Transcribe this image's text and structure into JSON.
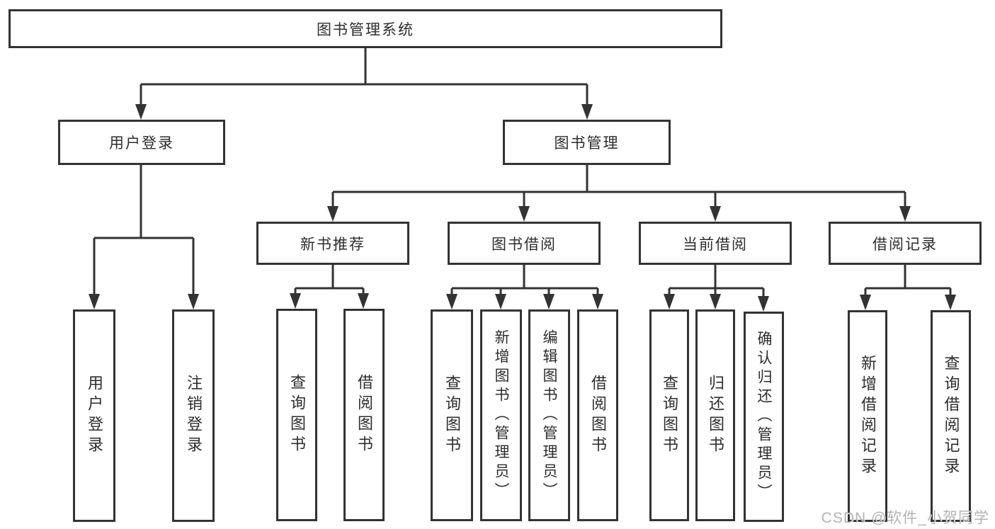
{
  "diagram_title": "图书管理系统",
  "nodes": {
    "root": "图书管理系统",
    "userLoginGroup": "用户登录",
    "bookManagement": "图书管理",
    "newBookRecommend": "新书推荐",
    "bookBorrowing": "图书借阅",
    "currentBorrowing": "当前借阅",
    "borrowingRecords": "借阅记录",
    "userLogin": "用户登录",
    "logoutLogin": "注销登录",
    "nbQueryBooks": "查询图书",
    "nbBorrowBooks": "借阅图书",
    "bbQueryBooks": "查询图书",
    "bbAddBooks": "新增图书（管理员）",
    "bbEditBooks": "编辑图书（管理员）",
    "bbBorrowBooks": "借阅图书",
    "cbQueryBooks": "查询图书",
    "cbReturnBooks": "归还图书",
    "cbConfirmReturn": "确认归还（管理员）",
    "brAddRecord": "新增借阅记录",
    "brQueryRecord": "查询借阅记录"
  },
  "hierarchy": {
    "图书管理系统": {
      "用户登录": [
        "用户登录",
        "注销登录"
      ],
      "图书管理": {
        "新书推荐": [
          "查询图书",
          "借阅图书"
        ],
        "图书借阅": [
          "查询图书",
          "新增图书（管理员）",
          "编辑图书（管理员）",
          "借阅图书"
        ],
        "当前借阅": [
          "查询图书",
          "归还图书",
          "确认归还（管理员）"
        ],
        "借阅记录": [
          "新增借阅记录",
          "查询借阅记录"
        ]
      }
    }
  },
  "watermark": "CSDN @软件_小贺同学",
  "colors": {
    "line": "#333333",
    "box_border": "#333333",
    "background": "#ffffff",
    "text": "#2d2d2d",
    "watermark": "#9e9e9e"
  }
}
